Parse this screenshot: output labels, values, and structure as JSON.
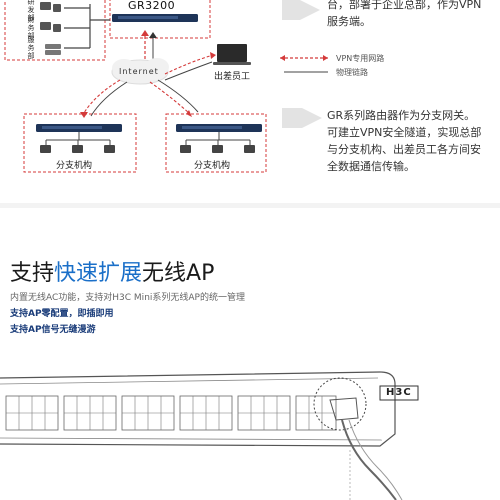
{
  "diagram": {
    "hq_devices": [
      "研发部",
      "财务部",
      "服务部"
    ],
    "hq_router_label": "GR3200",
    "internet_label": "Internet",
    "mobile_label": "出差员工",
    "branch_labels": [
      "分支机构",
      "分支机构"
    ],
    "legend": {
      "vpn": "VPN专用网路",
      "physical": "物理链路"
    },
    "text_top": [
      "台，部署于企业总部，作为VPN",
      "服务端。"
    ],
    "text_bottom": [
      "GR系列路由器作为分支网关。",
      "可建立VPN安全隧道，实现总部",
      "与分支机构、出差员工各方间安",
      "全数据通信传输。"
    ]
  },
  "feature": {
    "title_part1": "支持",
    "title_accent": "快速扩展",
    "title_part2": "无线AP",
    "subtitle": "内置无线AC功能，支持对H3C Mini系列无线AP的统一管理",
    "bullets": [
      "支持AP零配置，即插即用",
      "支持AP信号无缝漫游"
    ]
  },
  "device": {
    "brand": "H3C"
  },
  "colors": {
    "vpn_red": "#d43a3a",
    "accent_blue": "#1a6fc8",
    "feature_blue": "#1b3d7a"
  }
}
